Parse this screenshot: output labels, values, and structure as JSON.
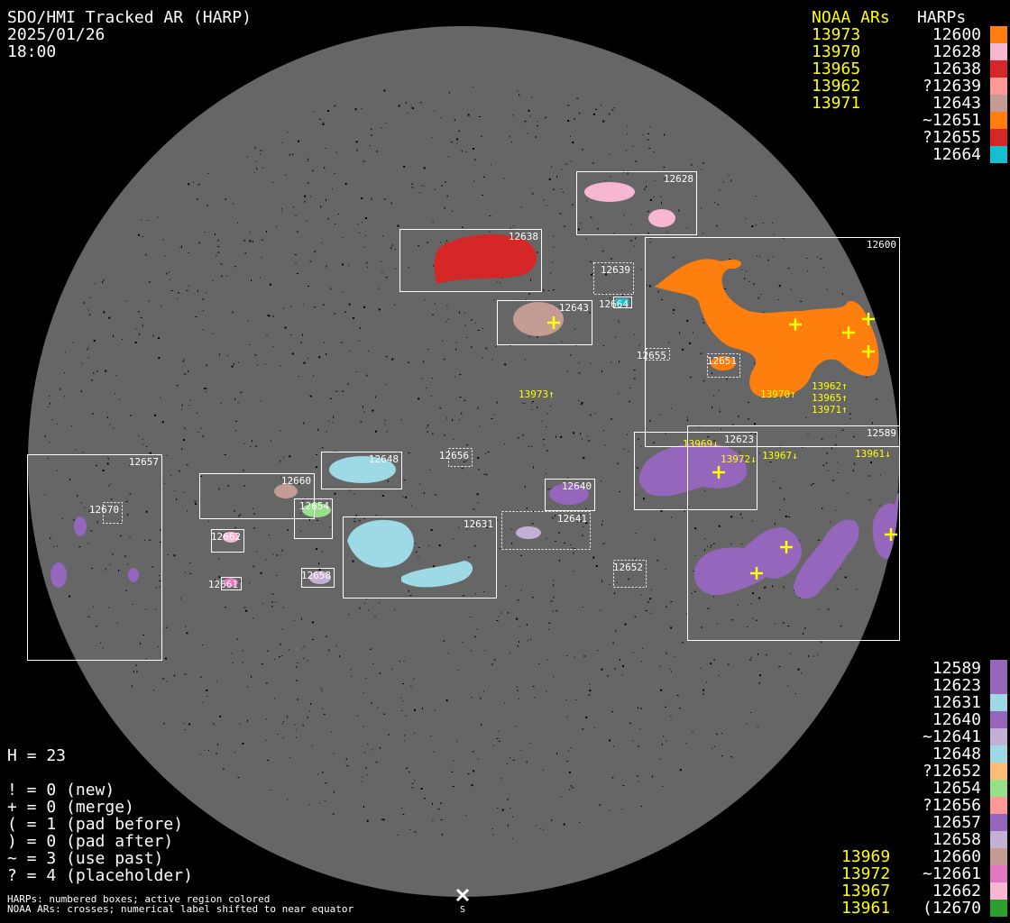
{
  "header": {
    "title": "SDO/HMI Tracked AR (HARP)",
    "date": "2025/01/26",
    "time": "18:00"
  },
  "legend_top": {
    "noaa_heading": "NOAA ARs",
    "harps_heading": "HARPs",
    "noaa": [
      "13973",
      "13970",
      "13965",
      "13962",
      "13971"
    ],
    "harps": [
      {
        "label": "12600",
        "color": "#ff7f0e"
      },
      {
        "label": "12628",
        "color": "#f7b6d2"
      },
      {
        "label": "12638",
        "color": "#d62728"
      },
      {
        "label": "?12639",
        "color": "#ff9896"
      },
      {
        "label": "12643",
        "color": "#c49c94"
      },
      {
        "label": "~12651",
        "color": "#ff7f0e"
      },
      {
        "label": "?12655",
        "color": "#d62728"
      },
      {
        "label": "12664",
        "color": "#17becf"
      }
    ]
  },
  "legend_bottom": {
    "noaa": [
      "13969",
      "13972",
      "13967",
      "13961"
    ],
    "harps": [
      {
        "label": "12589",
        "color": "#9467bd"
      },
      {
        "label": "12623",
        "color": "#9467bd"
      },
      {
        "label": "12631",
        "color": "#9edae5"
      },
      {
        "label": "12640",
        "color": "#9467bd"
      },
      {
        "label": "~12641",
        "color": "#c5b0d5"
      },
      {
        "label": "12648",
        "color": "#9edae5"
      },
      {
        "label": "?12652",
        "color": "#ffbb78"
      },
      {
        "label": "12654",
        "color": "#98df8a"
      },
      {
        "label": "?12656",
        "color": "#ff9896"
      },
      {
        "label": "12657",
        "color": "#9467bd"
      },
      {
        "label": "12658",
        "color": "#c5b0d5"
      },
      {
        "label": "12660",
        "color": "#c49c94"
      },
      {
        "label": "~12661",
        "color": "#e377c2"
      },
      {
        "label": "12662",
        "color": "#f7b6d2"
      },
      {
        "label": "(12670",
        "color": "#2ca02c"
      }
    ]
  },
  "stats": {
    "h": "H = 23",
    "lines": [
      "! = 0 (new)",
      "+ = 0 (merge)",
      "( = 1 (pad before)",
      ") = 0 (pad after)",
      "~ = 3 (use past)",
      "? = 4 (placeholder)"
    ]
  },
  "footnote": [
    "HARPs: numbered boxes; active region colored",
    "NOAA ARs: crosses; numerical label shifted to near equator"
  ],
  "disk": {
    "south_marker": "S",
    "box_labels": [
      "12628",
      "12638",
      "12600",
      "12639",
      "12664",
      "12643",
      "12655",
      "12651",
      "12589",
      "12623",
      "12657",
      "12656",
      "12648",
      "12660",
      "12640",
      "12654",
      "12670",
      "12641",
      "12631",
      "12662",
      "12652",
      "12658",
      "12661"
    ],
    "noaa_labels": [
      "13973↑",
      "13970↑",
      "13962↑",
      "13965↑",
      "13971↑",
      "13969↓",
      "13972↓",
      "13967↓",
      "13961↓"
    ]
  },
  "colors": {
    "disk": "#666666",
    "noaa": "#ffff00",
    "box": "#ffffff"
  }
}
